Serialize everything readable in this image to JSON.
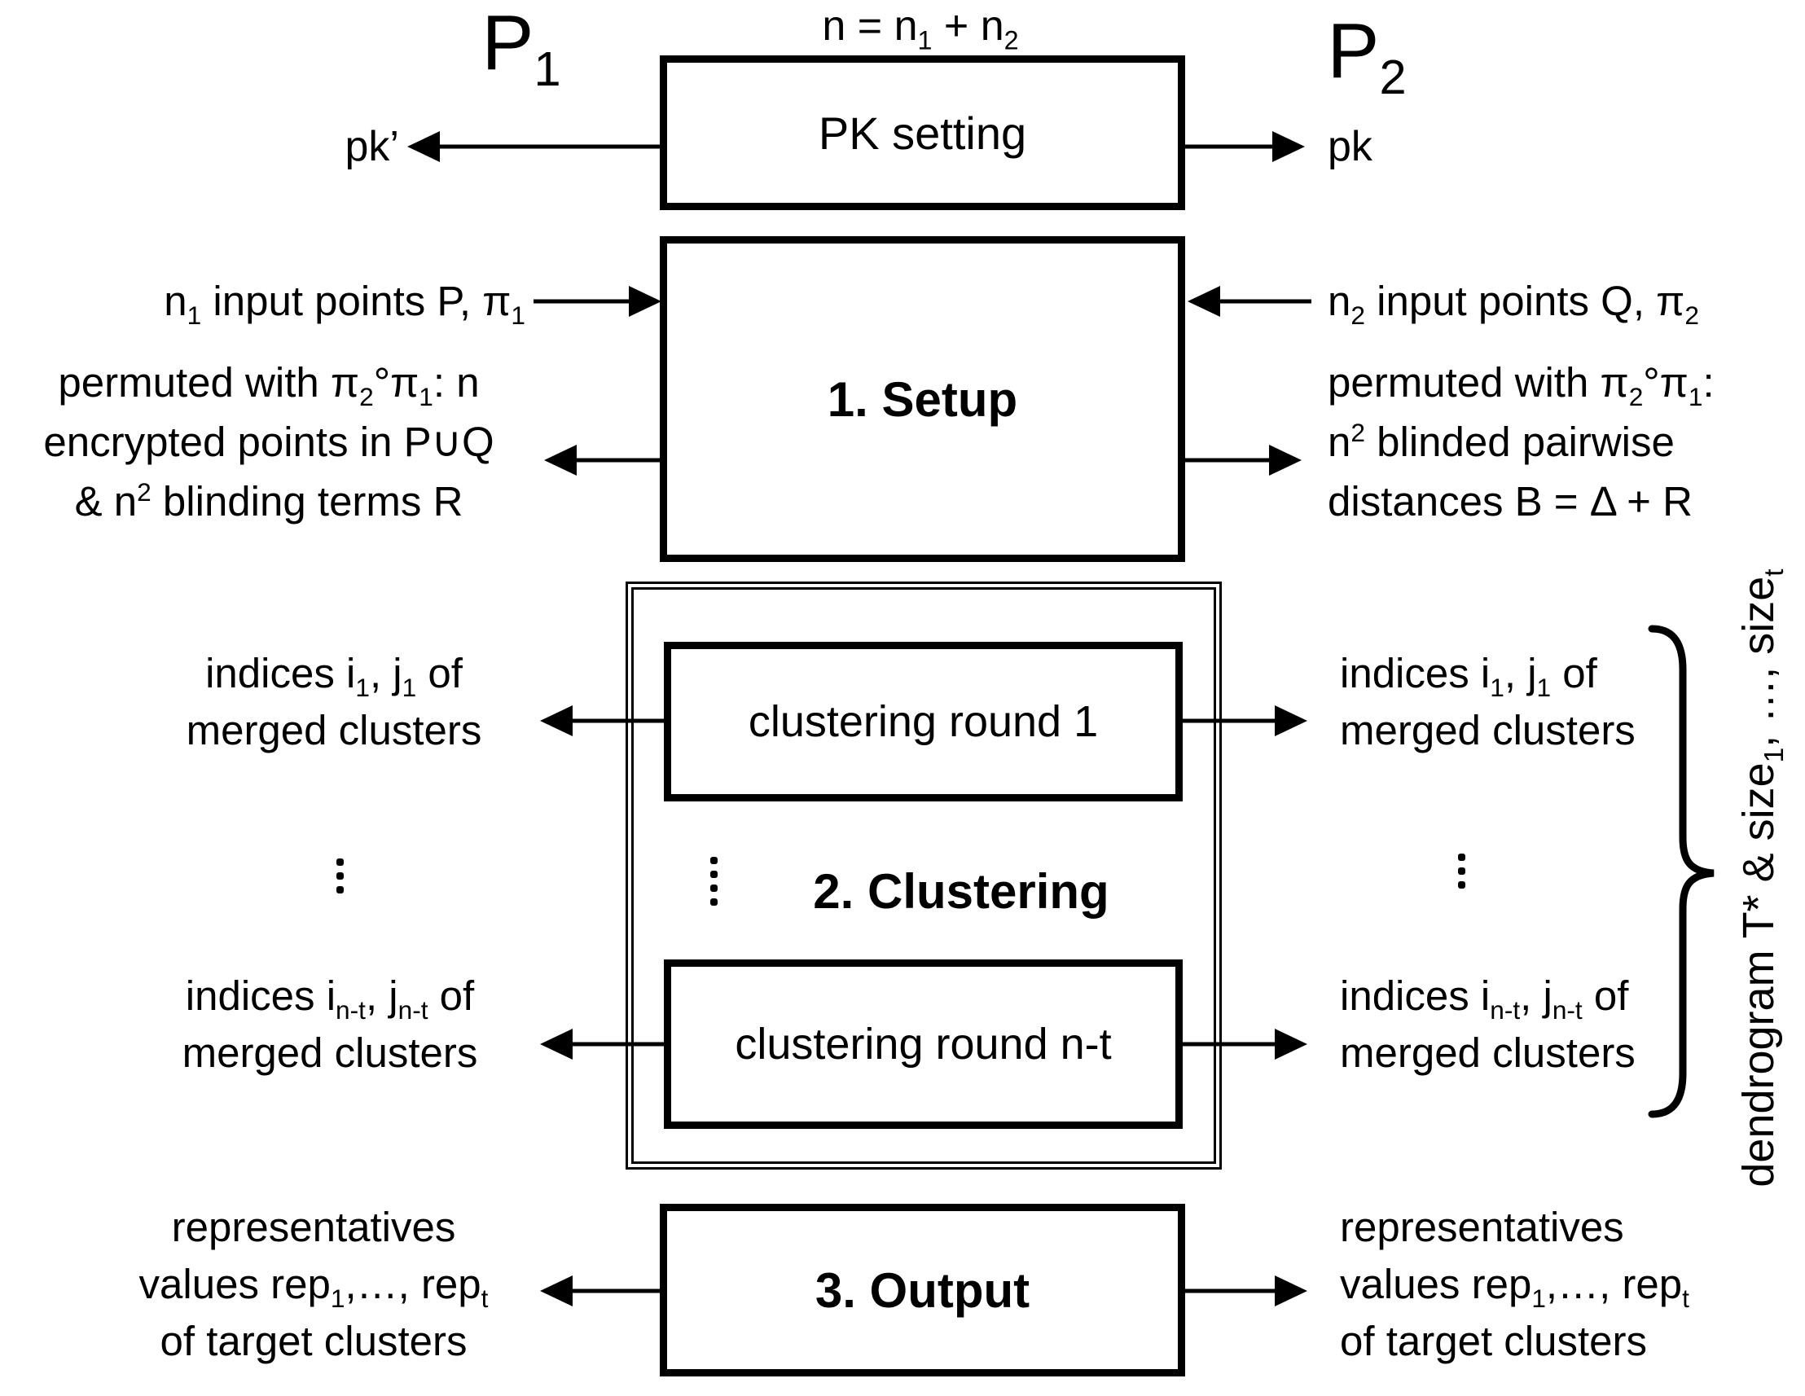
{
  "palette": {
    "background": "#ffffff",
    "foreground": "#000000"
  },
  "parties": {
    "p1": "P<sub>1</sub>",
    "p2": "P<sub>2</sub>"
  },
  "top": {
    "equation": "n = n<sub>1</sub> + n<sub>2</sub>",
    "pk_box_label": "PK setting",
    "pk_out_left": "pk’",
    "pk_out_right": "pk"
  },
  "setup": {
    "box_label": "1. Setup",
    "left_in": "n<sub>1</sub> input points P, π<sub>1</sub>",
    "left_out": "permuted with π<sub>2</sub>°π<sub>1</sub>: n\nencrypted points in P∪Q\n& n<sup>2</sup> blinding terms R",
    "right_in": "n<sub>2</sub> input points Q, π<sub>2</sub>",
    "right_out": "permuted with π<sub>2</sub>°π<sub>1</sub>:\nn<sup>2</sup> blinded pairwise\ndistances B = Δ + R"
  },
  "clustering": {
    "section_label": "2. Clustering",
    "round1_label": "clustering round 1",
    "round_nt_label": "clustering round n-t",
    "left_out_round1": "indices i<sub>1</sub>, j<sub>1</sub> of\nmerged clusters",
    "right_out_round1": "indices i<sub>1</sub>, j<sub>1</sub> of\nmerged clusters",
    "left_out_round_nt": "indices i<sub>n-t</sub>, j<sub>n-t</sub> of\nmerged clusters",
    "right_out_round_nt": "indices i<sub>n-t</sub>, j<sub>n-t</sub> of\nmerged clusters"
  },
  "output": {
    "box_label": "3. Output",
    "left_out": "representatives\nvalues rep<sub>1</sub>,…, rep<sub>t</sub>\nof target clusters",
    "right_out": "representatives\nvalues rep<sub>1</sub>,…, rep<sub>t</sub>\nof target clusters"
  },
  "annotation": {
    "dendrogram": "dendrogram T* & size<sub>1</sub>, …, size<sub>t</sub>"
  },
  "icons": {
    "vertical_ellipsis": "⋮"
  }
}
